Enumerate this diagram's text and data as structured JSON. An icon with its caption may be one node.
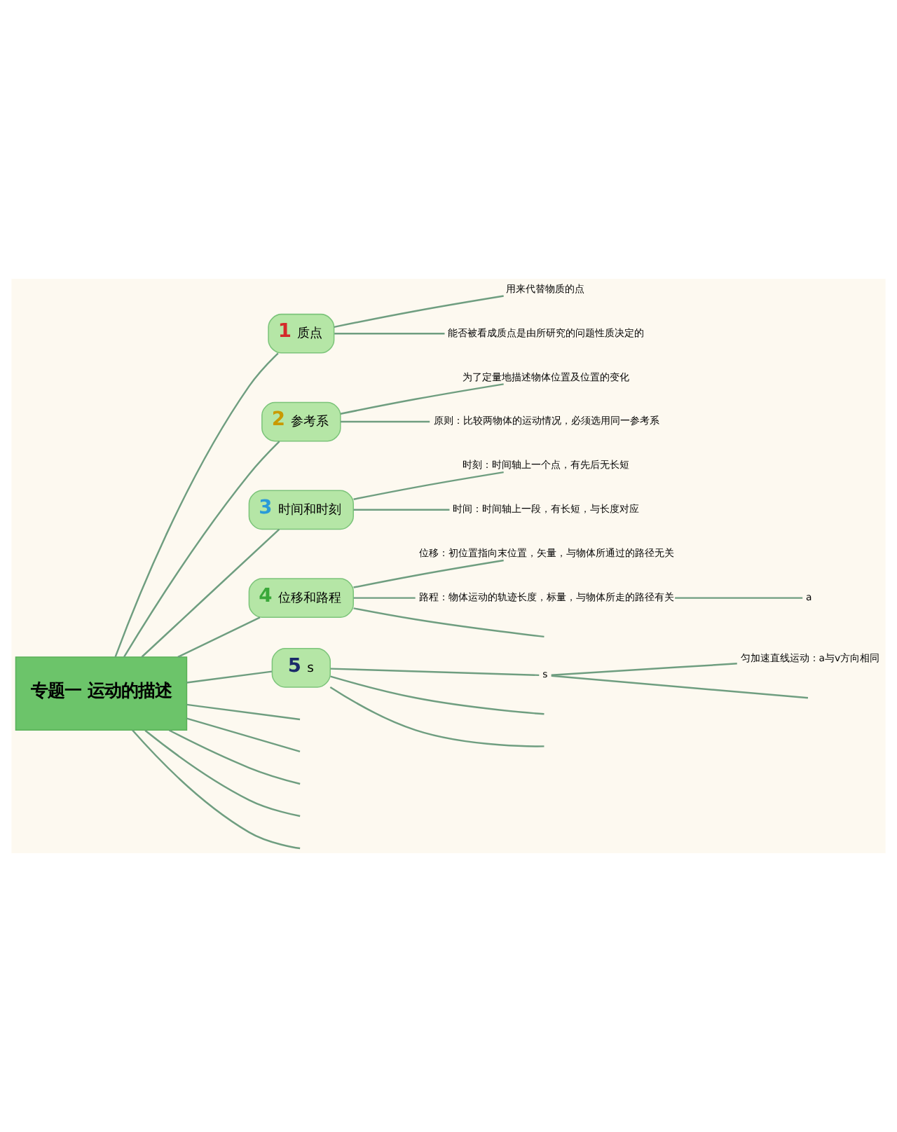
{
  "diagram": {
    "nodes": [
      {
        "text": [
          "专题一 运动的描述"
        ]
      },
      {
        "text": [
          "1",
          "质点"
        ]
      },
      {
        "text": [
          "用来代替物质的点"
        ]
      },
      {
        "text": [
          "能否被看成质点是由所研究的问题性质决定的"
        ]
      },
      {
        "text": [
          "2",
          "参考系"
        ]
      },
      {
        "text": [
          "为了定量地描述物体位置及位置的变化"
        ]
      },
      {
        "text": [
          "原则：比较两物体的运动情况，必须选用同一参考系"
        ]
      },
      {
        "text": [
          "3",
          "时间和时刻"
        ]
      },
      {
        "text": [
          "时刻：时间轴上一个点，有先后无长短"
        ]
      },
      {
        "text": [
          "时间：时间轴上一段，有长短，与长度对应"
        ]
      },
      {
        "text": [
          "4",
          "位移和路程"
        ]
      },
      {
        "text": [
          "位移：初位置指向末位置，矢量，与物体所通过的路径无关"
        ]
      },
      {
        "text": [
          "路程：物体运动的轨迹长度，标量，与物体所走的路径有关"
        ]
      },
      {
        "text": [
          "a"
        ]
      },
      {
        "text": [
          "5",
          "s"
        ]
      },
      {
        "text": [
          "s"
        ]
      },
      {
        "text": [
          "匀加速直线运动：a与v方向相同"
        ]
      }
    ],
    "edges": [
      {
        "from": 0,
        "to": 1,
        "arrow": "none"
      },
      {
        "from": 1,
        "to": 2,
        "arrow": "none"
      },
      {
        "from": 1,
        "to": 3,
        "arrow": "none"
      },
      {
        "from": 0,
        "to": 4,
        "arrow": "none"
      },
      {
        "from": 4,
        "to": 5,
        "arrow": "none"
      },
      {
        "from": 4,
        "to": 6,
        "arrow": "none"
      },
      {
        "from": 0,
        "to": 7,
        "arrow": "none"
      },
      {
        "from": 7,
        "to": 8,
        "arrow": "none"
      },
      {
        "from": 7,
        "to": 9,
        "arrow": "none"
      },
      {
        "from": 0,
        "to": 10,
        "arrow": "none"
      },
      {
        "from": 10,
        "to": 11,
        "arrow": "none"
      },
      {
        "from": 10,
        "to": 12,
        "arrow": "none"
      },
      {
        "from": 12,
        "to": 13,
        "arrow": "none"
      },
      {
        "from": 10,
        "to": null,
        "arrow": "none"
      },
      {
        "from": 0,
        "to": 14,
        "arrow": "none"
      },
      {
        "from": 14,
        "to": 15,
        "arrow": "none"
      },
      {
        "from": 15,
        "to": 16,
        "arrow": "none"
      },
      {
        "from": 15,
        "to": null,
        "arrow": "none"
      },
      {
        "from": 14,
        "to": null,
        "arrow": "none"
      },
      {
        "from": 14,
        "to": null,
        "arrow": "none"
      },
      {
        "from": 0,
        "to": null,
        "arrow": "none"
      },
      {
        "from": 0,
        "to": null,
        "arrow": "none"
      },
      {
        "from": 0,
        "to": null,
        "arrow": "none"
      },
      {
        "from": 0,
        "to": null,
        "arrow": "none"
      },
      {
        "from": 0,
        "to": null,
        "arrow": "none"
      }
    ]
  }
}
